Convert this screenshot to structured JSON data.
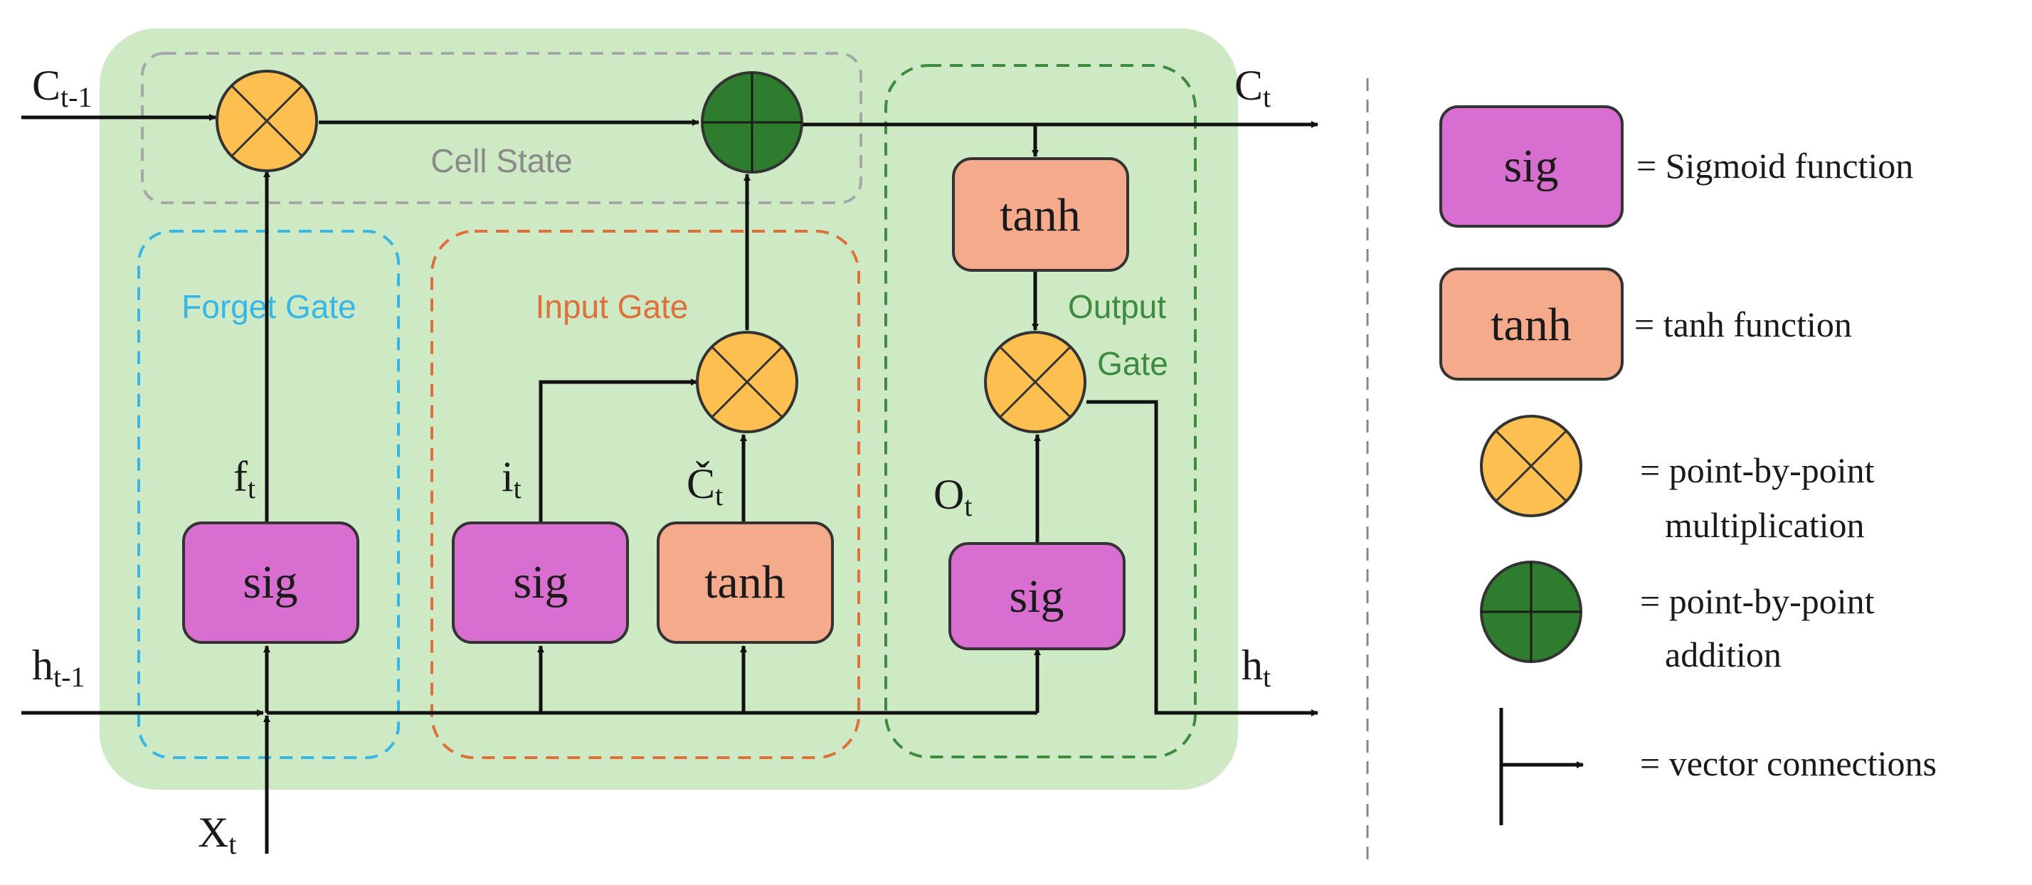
{
  "colors": {
    "cell_background": "#cdeac4",
    "sig_fill": "#d86fd0",
    "tanh_fill": "#f6aa8c",
    "multiply_fill": "#fdbf4f",
    "add_fill": "#2e7d2e",
    "cell_state_border": "#a7a7a7",
    "forget_gate_color": "#38b6e6",
    "input_gate_color": "#e0703a",
    "output_gate_color": "#3e8a3e",
    "line": "#111111"
  },
  "regions": {
    "cell_state": "Cell State",
    "forget_gate": "Forget Gate",
    "input_gate": "Input Gate",
    "output_gate_line1": "Output",
    "output_gate_line2": "Gate"
  },
  "boxes": {
    "forget_sig": "sig",
    "input_sig": "sig",
    "input_tanh": "tanh",
    "output_sig": "sig",
    "output_tanh": "tanh"
  },
  "variables": {
    "c_prev": {
      "base": "C",
      "sub": "t-1"
    },
    "c_t": {
      "base": "C",
      "sub": "t"
    },
    "h_prev": {
      "base": "h",
      "sub": "t-1"
    },
    "h_t": {
      "base": "h",
      "sub": "t"
    },
    "x_t": {
      "base": "X",
      "sub": "t"
    },
    "f_t": {
      "base": "f",
      "sub": "t"
    },
    "i_t": {
      "base": "i",
      "sub": "t"
    },
    "c_tilde": {
      "base": "Č",
      "sub": "t"
    },
    "o_t": {
      "base": "O",
      "sub": "t"
    }
  },
  "legend": {
    "sig_box": "sig",
    "sig_desc": "= Sigmoid function",
    "tanh_box": "tanh",
    "tanh_desc": "= tanh function",
    "mult_desc_line1": "= point-by-point",
    "mult_desc_line2": "multiplication",
    "add_desc_line1": "= point-by-point",
    "add_desc_line2": "addition",
    "vector_desc": "= vector connections"
  }
}
